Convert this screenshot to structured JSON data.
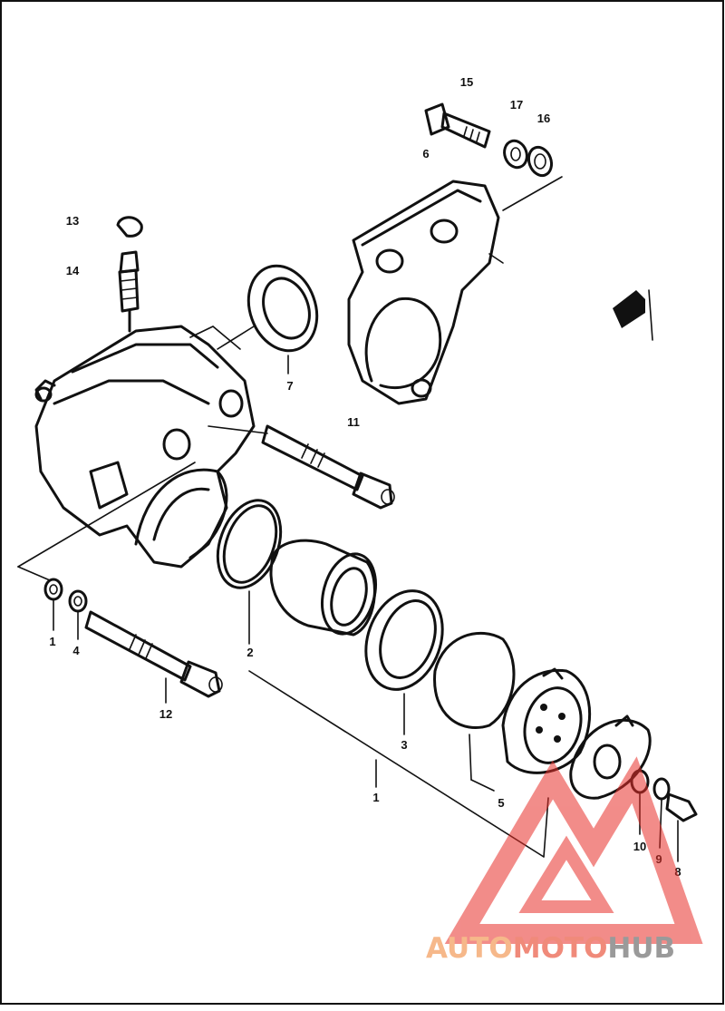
{
  "labels": {
    "p1": "1",
    "p2": "2",
    "p3": "3",
    "p4": "4",
    "p5": "5",
    "p6": "6",
    "p7": "7",
    "p8": "8",
    "p9": "9",
    "p10": "10",
    "p11": "11",
    "p12": "12",
    "p13": "13",
    "p14": "14",
    "p15": "15",
    "p16": "16",
    "p17": "17"
  },
  "watermark": {
    "part1": "AUTO",
    "part2": "MOTO",
    "part3": "HUB",
    "color1": "#f6b88a",
    "color2": "#f08a7a",
    "color3": "#9a9a9a",
    "logo_color": "#e8302a"
  },
  "colors": {
    "ink": "#111111",
    "background": "#ffffff"
  }
}
